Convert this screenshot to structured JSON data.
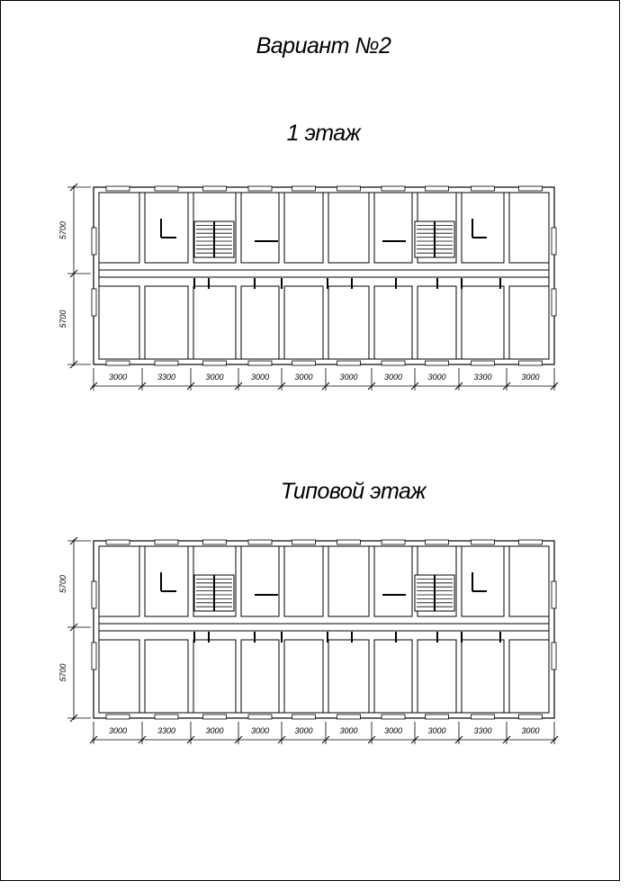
{
  "page": {
    "title": "Вариант №2"
  },
  "plans": [
    {
      "id": "floor-1",
      "title": "1 этаж",
      "vertical_dims": [
        "5700",
        "5700"
      ],
      "horizontal_dims": [
        "3000",
        "3300",
        "3000",
        "3000",
        "3000",
        "3000",
        "3000",
        "3000",
        "3300",
        "3000"
      ]
    },
    {
      "id": "typical-floor",
      "title": "Типовой этаж",
      "vertical_dims": [
        "5700",
        "5700"
      ],
      "horizontal_dims": [
        "3000",
        "3300",
        "3000",
        "3000",
        "3000",
        "3000",
        "3000",
        "3000",
        "3300",
        "3000"
      ]
    }
  ]
}
